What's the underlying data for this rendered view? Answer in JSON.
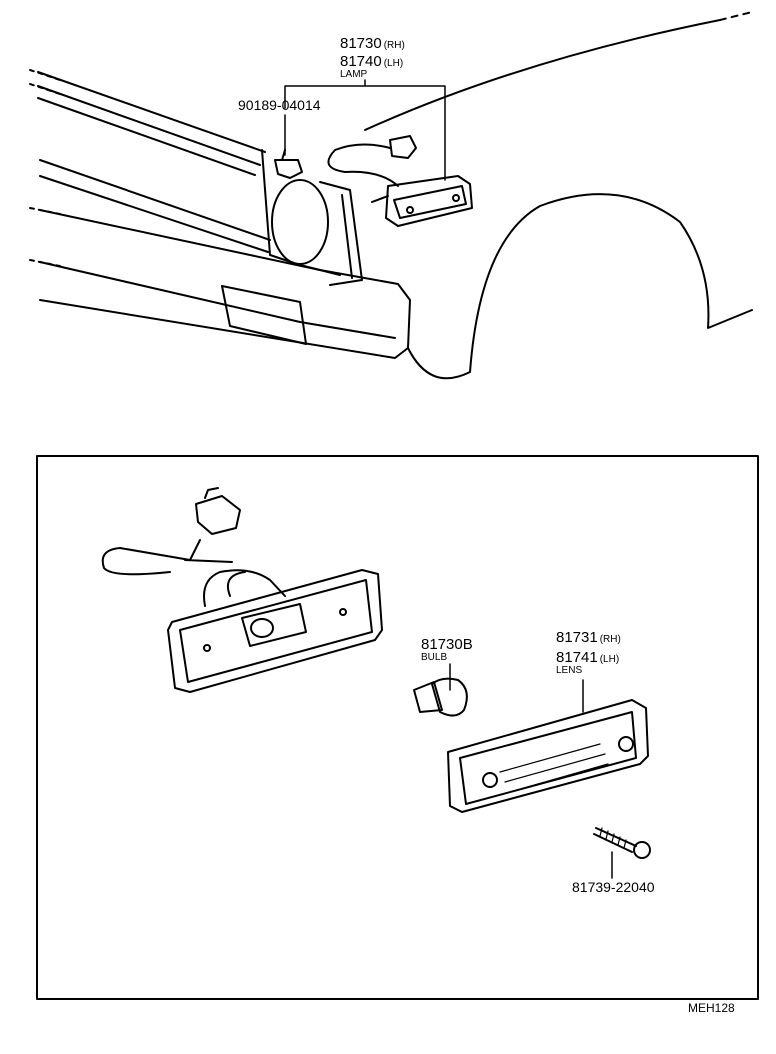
{
  "labels": {
    "lamp": {
      "rh": {
        "number": "81730",
        "suffix": "(RH)"
      },
      "lh": {
        "number": "81740",
        "suffix": "(LH)"
      },
      "name": "LAMP"
    },
    "clip": {
      "number": "90189-04014"
    },
    "bulb": {
      "number": "81730B",
      "name": "BULB"
    },
    "lens": {
      "rh": {
        "number": "81731",
        "suffix": "(RH)"
      },
      "lh": {
        "number": "81741",
        "suffix": "(LH)"
      },
      "name": "LENS"
    },
    "screw": {
      "number": "81739-22040"
    },
    "figure_code": "MEH128"
  },
  "colors": {
    "line": "#000000",
    "background": "#ffffff"
  }
}
